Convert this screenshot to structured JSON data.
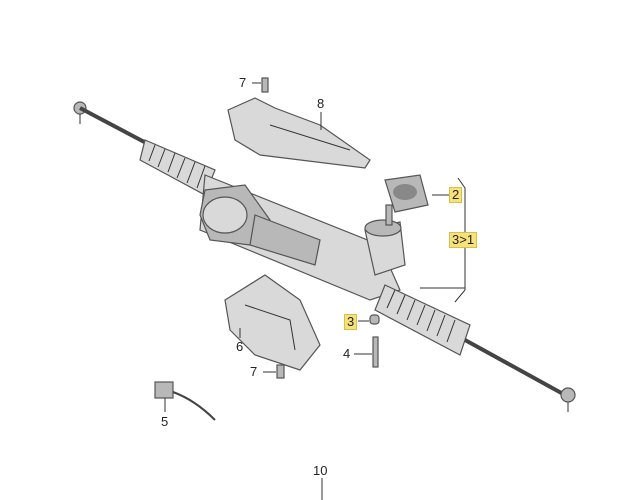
{
  "diagram": {
    "callouts": {
      "bolt_top": "7",
      "cover_top": "8",
      "mount_pad": "2",
      "bracket_group_a": "3",
      "bracket_group_b": "1",
      "bolt_small": "3",
      "bolt_long": "4",
      "heat_shield": "6",
      "bolt_bottom": "7",
      "sensor": "5",
      "bottom_ref": "10"
    },
    "highlight_color": "#f7e27a"
  }
}
